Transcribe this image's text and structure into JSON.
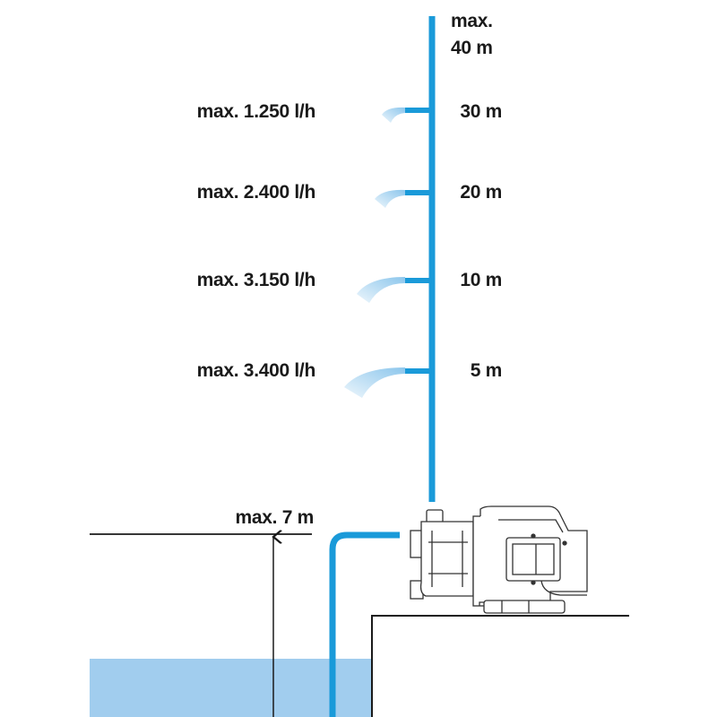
{
  "colors": {
    "pipe": "#1a9ad9",
    "water": "#a1cdee",
    "spray": "#8cc6ec",
    "line": "#1a1a1a"
  },
  "max_height": {
    "line1": "max.",
    "line2": "40 m"
  },
  "levels": [
    {
      "height": "30 m",
      "flow": "max. 1.250 l/h"
    },
    {
      "height": "20 m",
      "flow": "max. 2.400 l/h"
    },
    {
      "height": "10 m",
      "flow": "max. 3.150 l/h"
    },
    {
      "height": "5 m",
      "flow": "max. 3.400 l/h"
    }
  ],
  "suction": {
    "label": "max. 7 m"
  }
}
